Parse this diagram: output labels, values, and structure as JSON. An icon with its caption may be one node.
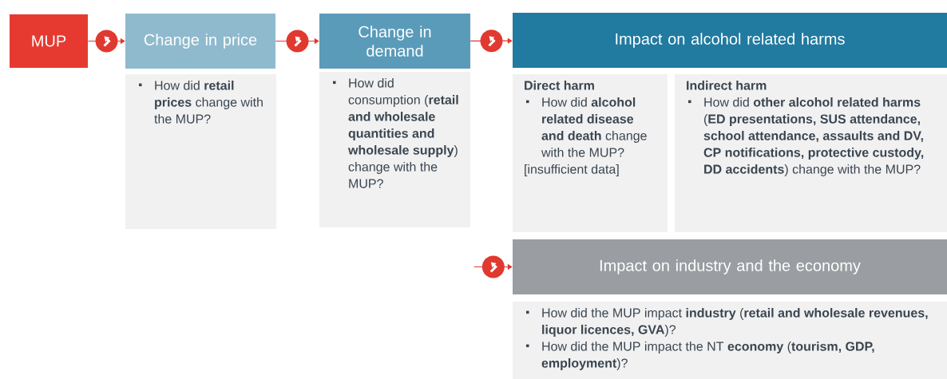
{
  "diagram": {
    "nodes": [
      {
        "text": [
          "MUP"
        ]
      },
      {
        "text": [
          "Change in price"
        ]
      },
      {
        "text": [
          "How did **retail prices** change with the MUP?"
        ]
      },
      {
        "text": [
          "Change in demand"
        ]
      },
      {
        "text": [
          "How did consumption (**retail and wholesale quantities and wholesale supply**) change with the MUP?"
        ]
      },
      {
        "text": [
          "Impact on alcohol related harms"
        ]
      },
      {
        "text": [
          "Direct harm",
          "How did **alcohol related disease and death** change with the MUP?",
          "[insufficient data]"
        ]
      },
      {
        "text": [
          "Indirect harm",
          "How did **other alcohol related harms** (**ED presentations, SUS attendance, school attendance, assaults and DV, CP notifications, protective custody, DD accidents**) change with the MUP?"
        ]
      },
      {
        "text": [
          "Impact on industry and the economy"
        ]
      },
      {
        "text": [
          "How did the MUP impact **industry** (**retail and wholesale revenues, liquor licences, GVA**)?",
          "How did the MUP impact the NT **economy** (**tourism, GDP, employment**)?"
        ]
      }
    ],
    "edges": [
      {
        "from": 0,
        "to": 1,
        "arrow": "to"
      },
      {
        "from": 1,
        "to": 3,
        "arrow": "to"
      },
      {
        "from": 3,
        "to": 5,
        "arrow": "to"
      },
      {
        "from": null,
        "to": 8,
        "arrow": "to"
      }
    ]
  }
}
